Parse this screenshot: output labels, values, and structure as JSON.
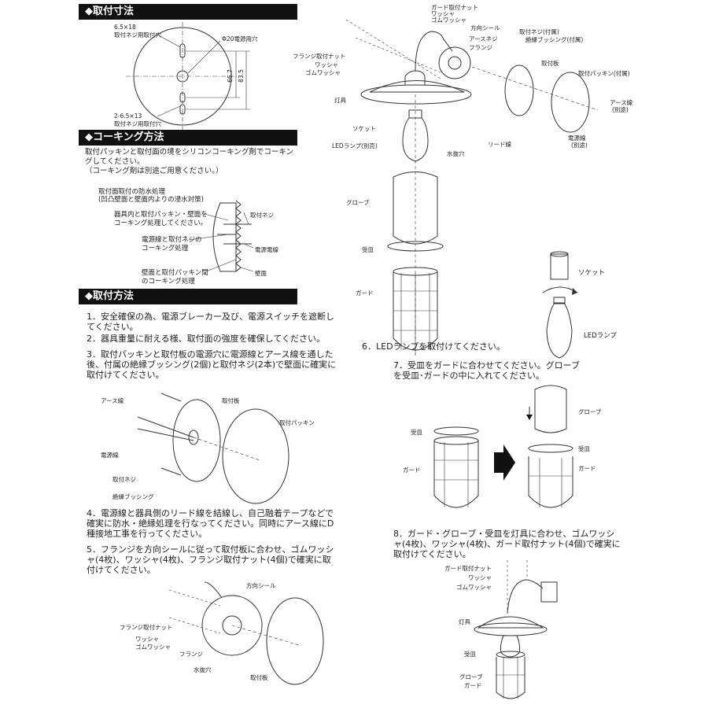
{
  "sections": {
    "dimensions": "◆取付寸法",
    "caulking": "◆コーキング方法",
    "mounting": "◆取付方法"
  },
  "dimensions": {
    "top_hole": "6.5×18",
    "top_hole_label": "取付ネジ用取付穴",
    "center_hole": "Φ20電源用穴",
    "bottom_hole": "2-6.5×13",
    "bottom_hole_label": "取付ネジ用取付穴",
    "dim1": "66.7",
    "dim2": "83.5"
  },
  "caulking": {
    "line1": "取付パッキンと取付面の境をシリコンコーキング剤でコーキン",
    "line2": "グしてください。",
    "line3": "（コーキング剤は別途ご用意ください。）",
    "sub1": "取付面取付の防水処理",
    "sub2": "(凹凸壁面と壁面内よりの浸水対策)",
    "a1": "器具内と取付パッキン・壁面を",
    "a2": "コーキング処理してください。",
    "b1": "電源線と取付ネジの",
    "b2": "コーキング処理",
    "c1": "壁面と取付パッキン間",
    "c2": "のコーキング処理",
    "screw": "取付ネジ",
    "power": "電源電線",
    "wall": "壁面"
  },
  "top_diagram": {
    "guard_nut": "ガード取付ナット",
    "washer": "ワッシャ",
    "rubber_washer": "ゴムワッシャ",
    "direction_seal": "方向シール",
    "earth_screw": "アースネジ",
    "flange": "フランジ",
    "screw_supplied": "取付ネジ(付属)",
    "bushing_supplied": "絶縁ブッシング(付属)",
    "mount_plate": "取付板",
    "packing_supplied": "取付パッキン(付属)",
    "earth_wire": "アース線",
    "sold_separately": "(別途)",
    "flange_nut": "フランジ取付ナット",
    "washer2": "ワッシャ",
    "rubber_washer2": "ゴムワッシャ",
    "shade": "灯具",
    "socket": "ソケット",
    "led_lamp": "LEDランプ(別売)",
    "drain_hole": "水抜穴",
    "lead_wire": "リード線",
    "power_wire": "電源線",
    "power_wire_sep": "(別途)",
    "globe": "グローブ",
    "receiver": "受皿",
    "guard": "ガード"
  },
  "steps": {
    "s1": "1．安全確保の為、電源ブレーカー及び、電源スイッチを遮断してください。",
    "s2": "2．器具重量に耐える様、取付面の強度を確保してください。",
    "s3": "3．取付パッキンと取付板の電源穴に電源線とアース線を通した後、付属の絶縁ブッシング(2個)と取付ネジ(2本)で壁面に確実に取付けてください。",
    "s4": "4．電源線と器具側のリード線を結線し、自己融着テープなどで確実に防水・絶縁処理を行なってください。同時にアース線にD種接地工事を行ってください。",
    "s5": "5．フランジを方向シールに従って取付板に合わせ、ゴムワッシャ(4枚)、ワッシャ(4枚)、フランジ取付ナット(4個)で確実に取付けてください。",
    "s6": "6．LEDランプを取付けてください。",
    "s7": "7．受皿をガードに合わせてください。グローブを受皿･ガードの中に入れてください。",
    "s8": "8．ガード・グローブ・受皿を灯具に合わせ、ゴムワッシャ(4枚)、ワッシャ(4枚)、ガード取付ナット(4個)で確実に取付けてください。"
  },
  "step3_diagram": {
    "earth": "アース線",
    "plate": "取付板",
    "packing": "取付パッキン",
    "power": "電源線",
    "screw": "取付ネジ",
    "bushing": "絶縁ブッシング"
  },
  "step5_diagram": {
    "seal": "方向シール",
    "nut": "フランジ取付ナット",
    "washer": "ワッシャ",
    "rubber": "ゴムワッシャ",
    "flange": "フランジ",
    "drain": "水抜穴",
    "plate": "取付板"
  },
  "step6_diagram": {
    "socket": "ソケット",
    "led": "LEDランプ"
  },
  "step7_diagram": {
    "globe": "グローブ",
    "receiver": "受皿",
    "guard": "ガード",
    "receiver2": "受皿",
    "guard2": "ガード"
  },
  "step8_diagram": {
    "nut": "ガード取付ナット",
    "washer": "ワッシャ",
    "rubber": "ゴムワッシャ",
    "shade": "灯具",
    "receiver": "受皿",
    "globe": "グローブ",
    "guard": "ガード"
  }
}
